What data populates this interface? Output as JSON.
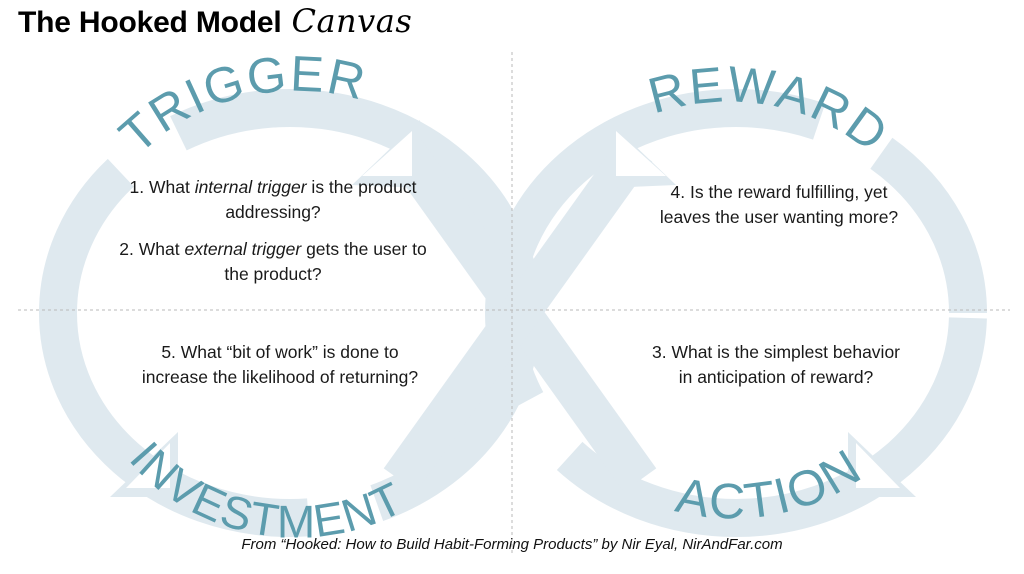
{
  "title": {
    "main": "The Hooked Model",
    "script": "Canvas"
  },
  "colors": {
    "loop_band": "#dfe9ef",
    "label_teal": "#5c9cad",
    "text_black": "#1a1a1a",
    "grid_line": "#b9b9b9",
    "background": "#ffffff"
  },
  "phases": [
    {
      "key": "trigger",
      "label": "TRIGGER",
      "position": "top-left"
    },
    {
      "key": "reward",
      "label": "REWARD",
      "position": "top-right"
    },
    {
      "key": "investment",
      "label": "INVESTMENT",
      "position": "bottom-left"
    },
    {
      "key": "action",
      "label": "ACTION",
      "position": "bottom-right"
    }
  ],
  "quadrants": {
    "trigger": {
      "q1": {
        "before": "1. What ",
        "italic": "internal trigger",
        "after": " is the product addressing?"
      },
      "q2": {
        "before": "2. What ",
        "italic": "external trigger",
        "after": " gets the user to the product?"
      }
    },
    "reward": {
      "q4": "4. Is the reward fulfilling, yet leaves the user wanting more?"
    },
    "investment": {
      "q5": "5. What “bit of work” is done to increase the likelihood of returning?"
    },
    "action": {
      "q3": "3. What is the simplest behavior in anticipation of reward?"
    }
  },
  "footer": {
    "attribution": "From “Hooked: How to Build Habit-Forming Products” by Nir Eyal, NirAndFar.com"
  }
}
